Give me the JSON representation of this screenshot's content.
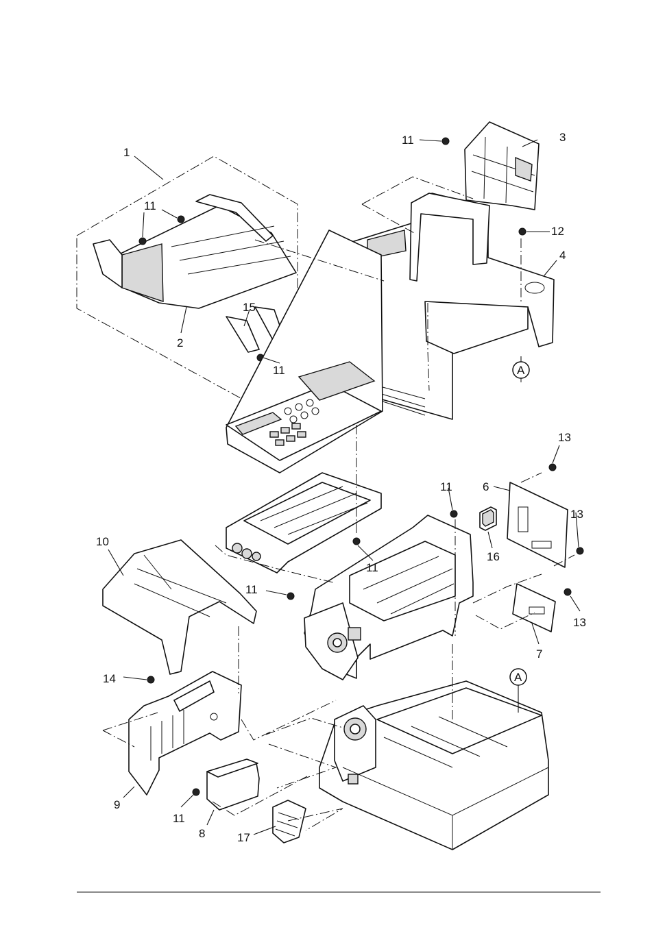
{
  "diagram": {
    "callouts": {
      "c1": "1",
      "c2": "2",
      "c3": "3",
      "c4": "4",
      "c6": "6",
      "c7": "7",
      "c8": "8",
      "c9": "9",
      "c10": "10",
      "c11": "11",
      "c12": "12",
      "c13": "13",
      "c14": "14",
      "c15": "15",
      "c16": "16",
      "c17": "17",
      "ref_a": "A"
    }
  }
}
